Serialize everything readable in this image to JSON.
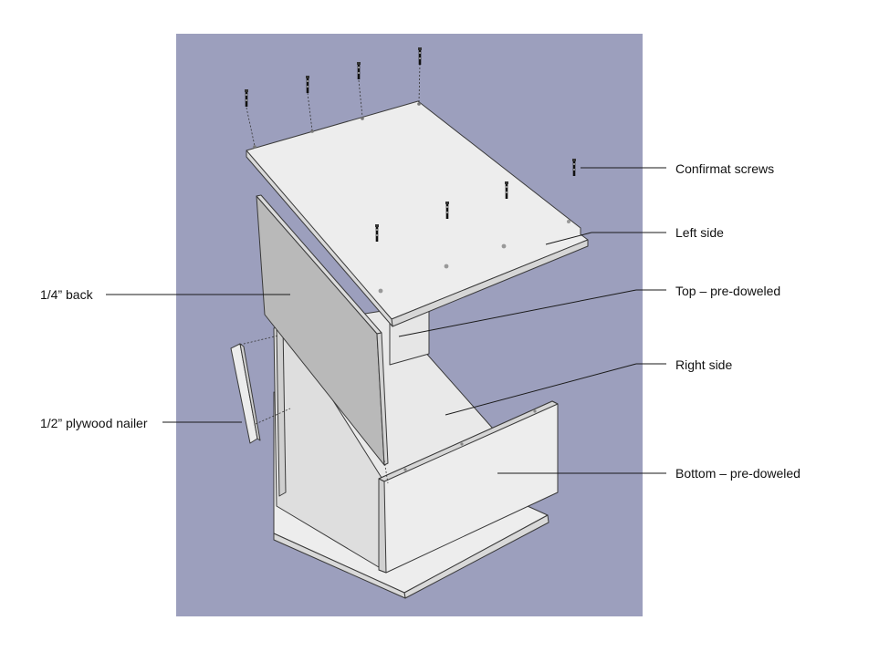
{
  "diagram": {
    "background_color": "#9c9fbd",
    "panel_light_color": "#ededed",
    "panel_edge_color": "#d9d9d9",
    "back_panel_color": "#b9b9b9",
    "labels": {
      "confirmat_screws": "Confirmat screws",
      "left_side": "Left side",
      "top": "Top – pre-doweled",
      "right_side": "Right side",
      "bottom": "Bottom – pre-doweled",
      "back": "1/4” back",
      "nailer": "1/2” plywood nailer"
    }
  }
}
